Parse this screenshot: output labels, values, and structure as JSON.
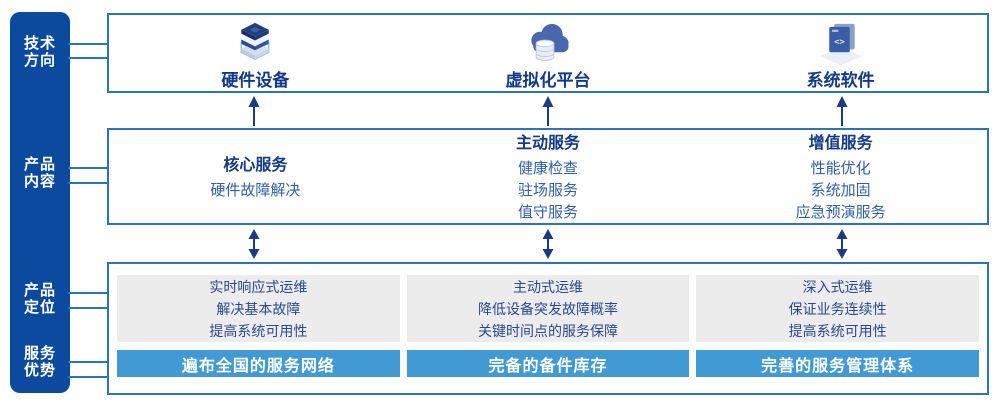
{
  "palette": {
    "deep-blue": "#0b4a9e",
    "line-blue": "#2e74b5",
    "navy": "#12398a",
    "navy2": "#27498f",
    "mid-blue": "#2e5fae",
    "card-gray": "#ececec",
    "sky-blue": "#429ad5",
    "arrow-navy": "#1a3c86"
  },
  "sidebar": {
    "labels": [
      {
        "lines": [
          "技术",
          "方向"
        ]
      },
      {
        "lines": [
          "产品",
          "内容"
        ]
      },
      {
        "lines": [
          "产品",
          "定位"
        ]
      },
      {
        "lines": [
          "服务",
          "优势"
        ]
      }
    ]
  },
  "tech_row": {
    "items": [
      {
        "icon": "server-stack-icon",
        "label": "硬件设备"
      },
      {
        "icon": "cloud-database-icon",
        "label": "虚拟化平台"
      },
      {
        "icon": "code-window-icon",
        "label": "系统软件"
      }
    ]
  },
  "content_row": {
    "columns": [
      {
        "heading": "核心服务",
        "items": [
          "硬件故障解决"
        ]
      },
      {
        "heading": "主动服务",
        "items": [
          "健康检查",
          "驻场服务",
          "值守服务"
        ]
      },
      {
        "heading": "增值服务",
        "items": [
          "性能优化",
          "系统加固",
          "应急预演服务"
        ]
      }
    ]
  },
  "position_row": {
    "columns": [
      {
        "lines": [
          "实时响应式运维",
          "解决基本故障",
          "提高系统可用性"
        ],
        "bar": "遍布全国的服务网络"
      },
      {
        "lines": [
          "主动式运维",
          "降低设备突发故障概率",
          "关键时间点的服务保障"
        ],
        "bar": "完备的备件库存"
      },
      {
        "lines": [
          "深入式运维",
          "保证业务连续性",
          "提高系统可用性"
        ],
        "bar": "完善的服务管理体系"
      }
    ]
  }
}
